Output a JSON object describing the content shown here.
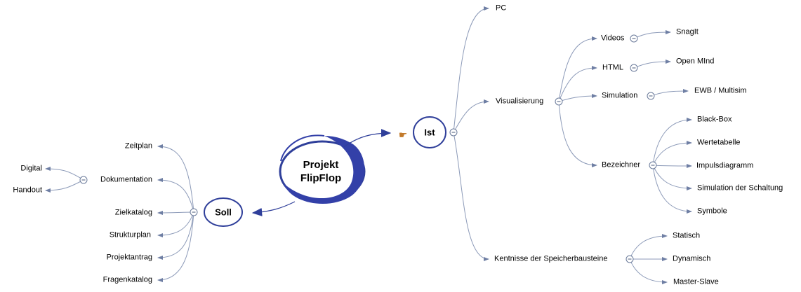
{
  "root": {
    "line1": "Projekt",
    "line2": "FlipFlop"
  },
  "ist": {
    "label": "Ist"
  },
  "soll": {
    "label": "Soll"
  },
  "ist_branches": {
    "pc": "PC",
    "visualisierung": "Visualisierung",
    "videos": "Videos",
    "snagit": "SnagIt",
    "html": "HTML",
    "openmind": "Open MInd",
    "simulation": "Simulation",
    "ewb": "EWB / Multisim",
    "bezeichner": "Bezeichner",
    "blackbox": "Black-Box",
    "wertetabelle": "Wertetabelle",
    "impulsdiagramm": "Impulsdiagramm",
    "simschaltung": "Simulation der Schaltung",
    "symbole": "Symbole",
    "kentnisse": "Kentnisse der Speicherbausteine",
    "statisch": "Statisch",
    "dynamisch": "Dynamisch",
    "masterslave": "Master-Slave"
  },
  "soll_branches": {
    "zeitplan": "Zeitplan",
    "dokumentation": "Dokumentation",
    "digital": "Digital",
    "handout": "Handout",
    "zielkatalog": "Zielkatalog",
    "strukturplan": "Strukturplan",
    "projektantrag": "Projektantrag",
    "fragenkatalog": "Fragenkatalog"
  },
  "colors": {
    "line": "#8c9ab8",
    "arrow": "#5f6f94",
    "ring": "#2f3f9a",
    "accent": "#3340a8"
  }
}
